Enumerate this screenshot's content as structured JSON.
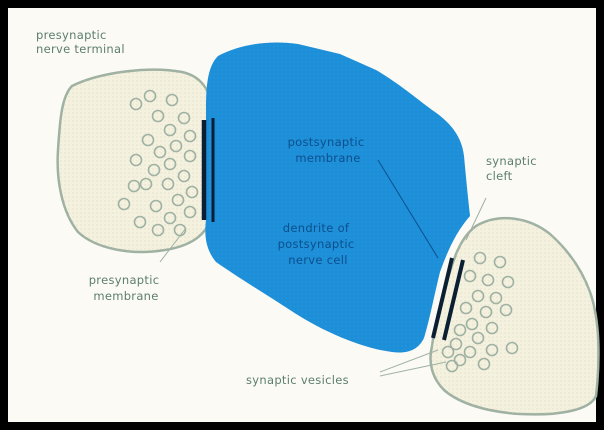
{
  "labels": {
    "presynaptic_nerve_terminal": [
      "presynaptic",
      "nerve terminal"
    ],
    "postsynaptic_membrane": [
      "postsynaptic",
      "membrane"
    ],
    "synaptic_cleft": [
      "synaptic",
      "cleft"
    ],
    "dendrite": [
      "dendrite of",
      "postsynaptic",
      "nerve cell"
    ],
    "presynaptic_membrane": [
      "presynaptic",
      "membrane"
    ],
    "synaptic_vesicles": "synaptic vesicles"
  },
  "colors": {
    "frame": "#000000",
    "background": "#fbfaf4",
    "terminal_fill": "#f5f1df",
    "terminal_outline": "#9fb1a2",
    "dendrite_fill": "#1d8fd8",
    "membrane": "#0b1f33",
    "label_green": "#5d7e6d",
    "label_dark_blue": "#0c4f8d"
  }
}
